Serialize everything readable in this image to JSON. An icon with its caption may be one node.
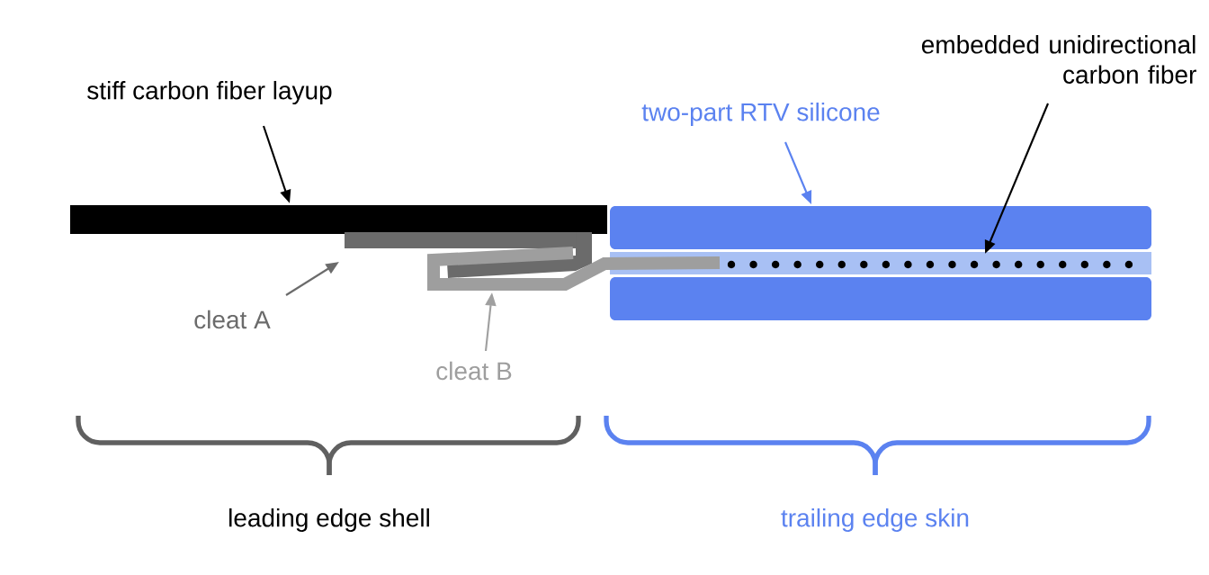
{
  "diagram": {
    "nodes": [
      {
        "text": [
          "stiff carbon fiber layup"
        ]
      },
      {
        "text": [],
        "shape": "bar"
      },
      {
        "text": [
          "two-part RTV silicone"
        ]
      },
      {
        "text": [],
        "shape": "box"
      },
      {
        "text": [
          "embedded unidirectional carbon fiber"
        ]
      },
      {
        "text": [],
        "shape": "bar"
      },
      {
        "text": [
          "cleat A"
        ]
      },
      {
        "text": [],
        "shape": "bar"
      },
      {
        "text": [
          "cleat B"
        ]
      },
      {
        "text": [],
        "shape": "bar"
      },
      {
        "text": [],
        "shape": "box"
      }
    ],
    "edges": [
      {
        "from": 0,
        "to": 1,
        "arrow": "to"
      },
      {
        "from": 2,
        "to": 3,
        "arrow": "to",
        "color": "#5b82f0"
      },
      {
        "from": 4,
        "to": 5,
        "arrow": "to"
      },
      {
        "from": 6,
        "to": 7,
        "arrow": "to",
        "color": "#6b6b6b"
      },
      {
        "from": 8,
        "to": 9,
        "arrow": "to",
        "color": "#a0a0a0"
      }
    ],
    "labels": [
      "leading edge shell",
      "trailing edge skin"
    ]
  }
}
